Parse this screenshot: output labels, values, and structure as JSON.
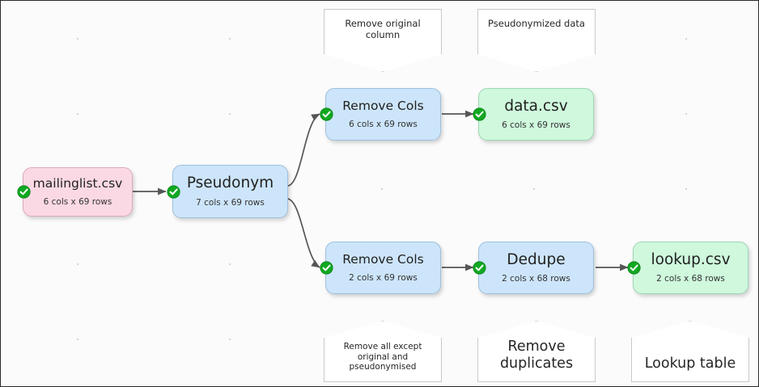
{
  "canvas": {
    "background_color": "#fbfbfb",
    "grid": "dot-grid",
    "border_color": "#2a2a2a"
  },
  "status_icon": {
    "name": "green-check-circle",
    "color": "#11a821",
    "glyph": "check"
  },
  "nodes": [
    {
      "id": "mailinglist",
      "title": "mailinglist.csv",
      "subtitle": "6 cols x 69 rows",
      "color": "pink",
      "fill": "#fbd9e4",
      "status": "ok"
    },
    {
      "id": "pseudonym",
      "title": "Pseudonym",
      "subtitle": "7 cols x 69 rows",
      "color": "blue",
      "fill": "#cde5fa",
      "status": "ok"
    },
    {
      "id": "remove-cols-top",
      "title": "Remove Cols",
      "subtitle": "6 cols x 69 rows",
      "color": "blue",
      "fill": "#cde5fa",
      "status": "ok"
    },
    {
      "id": "data-csv",
      "title": "data.csv",
      "subtitle": "6 cols x 69 rows",
      "color": "green",
      "fill": "#cff8dd",
      "status": "ok"
    },
    {
      "id": "remove-cols-bottom",
      "title": "Remove Cols",
      "subtitle": "2 cols x 69 rows",
      "color": "blue",
      "fill": "#cde5fa",
      "status": "ok"
    },
    {
      "id": "dedupe",
      "title": "Dedupe",
      "subtitle": "2 cols x 68 rows",
      "color": "blue",
      "fill": "#cde5fa",
      "status": "ok"
    },
    {
      "id": "lookup-csv",
      "title": "lookup.csv",
      "subtitle": "2 cols x 68 rows",
      "color": "green",
      "fill": "#cff8dd",
      "status": "ok"
    }
  ],
  "notes": [
    {
      "id": "note-remove-original-column",
      "text": "Remove original column"
    },
    {
      "id": "note-pseudonymized-data",
      "text": "Pseudonymized data"
    },
    {
      "id": "note-remove-all-except",
      "text": "Remove all except original and pseudonymised"
    },
    {
      "id": "note-remove-duplicates",
      "text": "Remove duplicates"
    },
    {
      "id": "note-lookup-table",
      "text": "Lookup table"
    }
  ],
  "edges": [
    {
      "from": "mailinglist",
      "to": "pseudonym"
    },
    {
      "from": "pseudonym",
      "to": "remove-cols-top"
    },
    {
      "from": "pseudonym",
      "to": "remove-cols-bottom"
    },
    {
      "from": "remove-cols-top",
      "to": "data-csv"
    },
    {
      "from": "remove-cols-bottom",
      "to": "dedupe"
    },
    {
      "from": "dedupe",
      "to": "lookup-csv"
    }
  ]
}
